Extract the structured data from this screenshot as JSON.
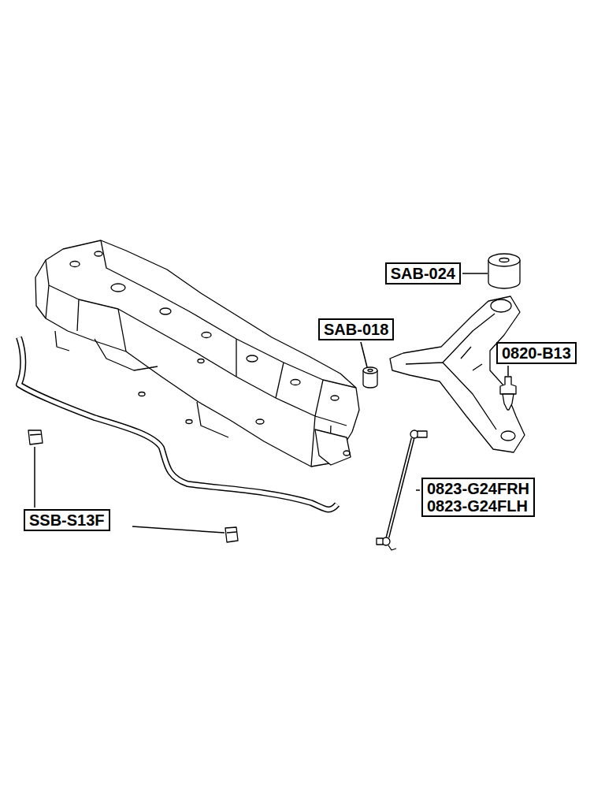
{
  "diagram": {
    "nodes": [
      {
        "text": [
          "SAB-024"
        ]
      },
      {
        "text": [
          "SAB-018"
        ]
      },
      {
        "text": [
          "0820-B13"
        ]
      },
      {
        "text": [
          "0823-G24FRH",
          "0823-G24FLH"
        ]
      },
      {
        "text": [
          "SSB-S13F"
        ]
      }
    ]
  }
}
